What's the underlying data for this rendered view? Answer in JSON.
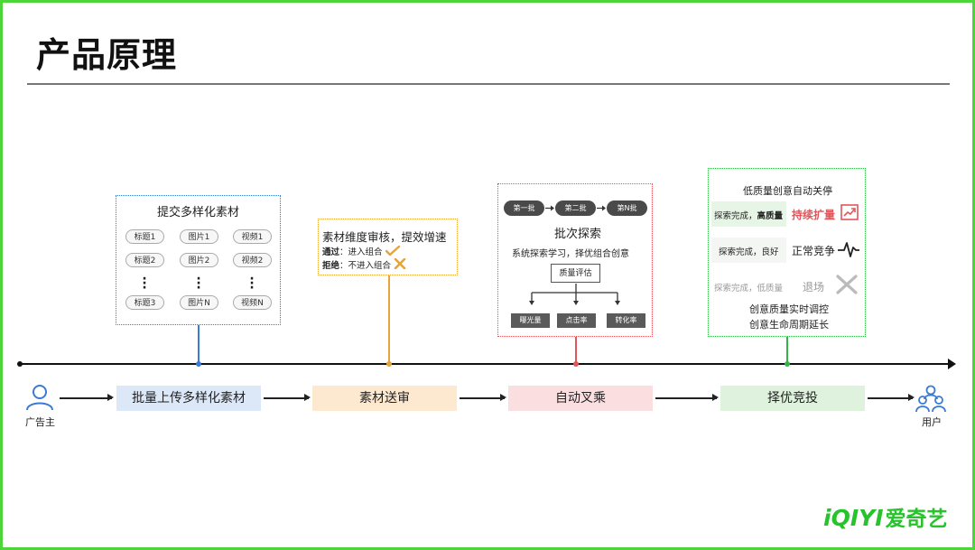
{
  "slide": {
    "title": "产品原理"
  },
  "submit": {
    "title": "提交多样化素材",
    "columns": [
      [
        "标题1",
        "标题2",
        "标题3"
      ],
      [
        "图片1",
        "图片2",
        "图片N"
      ],
      [
        "视频1",
        "视频2",
        "视频N"
      ]
    ]
  },
  "review": {
    "title": "素材维度审核，提效增速",
    "pass_label": "通过",
    "pass_text": "：进入组合",
    "reject_label": "拒绝",
    "reject_text": "：不进入组合"
  },
  "explore": {
    "batches": [
      "第一批",
      "第二批",
      "第N批"
    ],
    "title": "批次探索",
    "subtitle": "系统探索学习，择优组合创意",
    "quality_box": "质量评估",
    "metrics": [
      "曝光量",
      "点击率",
      "转化率"
    ]
  },
  "optimize": {
    "title": "低质量创意自动关停",
    "rows": [
      {
        "prefix": "探索完成，",
        "bold": "高质量",
        "result": "持续扩量",
        "trend": "up"
      },
      {
        "prefix": "探索完成，良好",
        "bold": "",
        "result": "正常竞争",
        "trend": "pulse"
      },
      {
        "prefix": "探索完成，低质量",
        "bold": "",
        "result": "退场",
        "trend": "off"
      }
    ],
    "note1": "创意质量实时调控",
    "note2": "创意生命周期延长"
  },
  "flow": {
    "start_label": "广告主",
    "end_label": "用户",
    "stages": [
      "批量上传多样化素材",
      "素材送审",
      "自动叉乘",
      "择优竞投"
    ]
  },
  "colors": {
    "blue": "#3a7bd5",
    "orange": "#e8a33a",
    "red": "#e0565a",
    "green": "#34b347",
    "stage_fills": [
      "#dce8f8",
      "#fde8d0",
      "#fbdfe0",
      "#dff2dd"
    ],
    "brand": "#28c32c"
  },
  "brand": {
    "logo_latin": "iQIYI",
    "logo_cn": "爱奇艺"
  }
}
